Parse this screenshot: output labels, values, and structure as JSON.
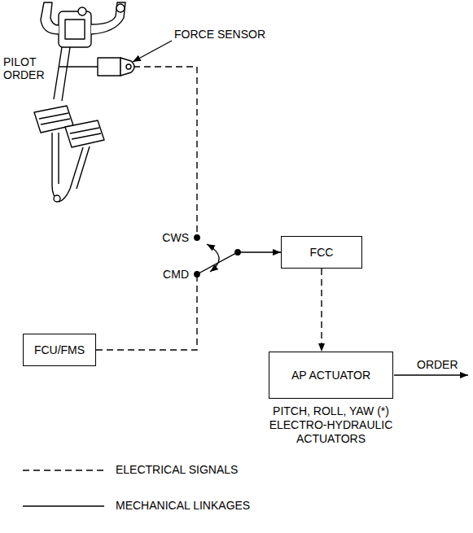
{
  "diagram": {
    "nodes": [
      {
        "text": [
          "FCC"
        ]
      },
      {
        "text": [
          "FCU/FMS"
        ]
      },
      {
        "text": [
          "AP ACTUATOR",
          "PITCH, ROLL, YAW (*) ELECTRO-HYDRAULIC ACTUATORS"
        ]
      }
    ],
    "edges": [
      {
        "from": 1,
        "to": 0,
        "arrow": "to"
      },
      {
        "from": 0,
        "to": 2,
        "arrow": "to"
      }
    ],
    "labels": [
      "FORCE SENSOR",
      "PILOT ORDER",
      "CWS",
      "CMD",
      "ORDER"
    ],
    "legend": [
      {
        "text": "ELECTRICAL SIGNALS"
      },
      {
        "text": "MECHANICAL LINKAGES"
      }
    ]
  }
}
